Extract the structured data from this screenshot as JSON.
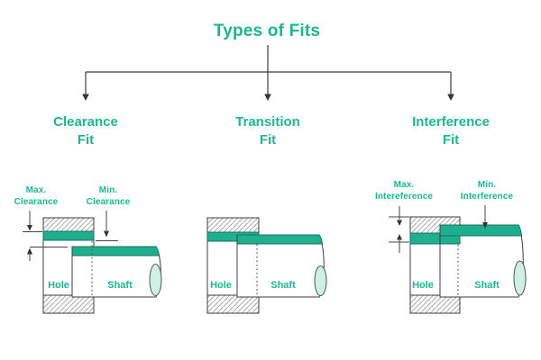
{
  "title": "Types of Fits",
  "tree": {
    "branches": [
      {
        "name": "Clearance",
        "sub": "Fit"
      },
      {
        "name": "Transition",
        "sub": "Fit"
      },
      {
        "name": "Interference",
        "sub": "Fit"
      }
    ]
  },
  "diagrams": {
    "clearance": {
      "dim_left": {
        "line1": "Max.",
        "line2": "Clearance"
      },
      "dim_right": {
        "line1": "Min.",
        "line2": "Clearance"
      },
      "hole": "Hole",
      "shaft": "Shaft"
    },
    "transition": {
      "hole": "Hole",
      "shaft": "Shaft"
    },
    "interference": {
      "dim_left": {
        "line1": "Max.",
        "line2": "Intereference"
      },
      "dim_right": {
        "line1": "Min.",
        "line2": "Interference"
      },
      "hole": "Hole",
      "shaft": "Shaft"
    }
  },
  "colors": {
    "teal_text": "#1db78f",
    "band_fill": "#1fae8e",
    "band_stroke": "#14735f",
    "shaft_end_fill": "#cff0e5",
    "outline": "#3d3d3d",
    "hatch_line": "#9a9a9a",
    "dim_line": "#444444",
    "background": "#ffffff"
  }
}
